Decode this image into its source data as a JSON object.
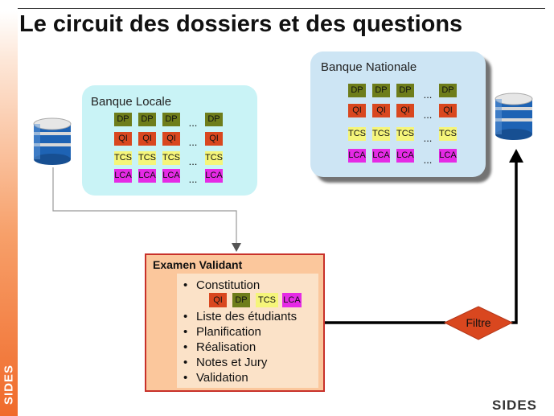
{
  "title": "Le circuit des dossiers et des questions",
  "sidebar_label": "SIDES",
  "logo": "SIDES",
  "colors": {
    "DP": "#6e7d1b",
    "QI": "#d9471f",
    "TCS": "#f5f57a",
    "LCA": "#e52ae5",
    "exam_border": "#c8312a",
    "filter_fill": "#d9471f"
  },
  "icons": [
    "database-icon-local",
    "database-icon-national"
  ],
  "banque_locale": {
    "title": "Banque Locale",
    "rows": [
      "DP",
      "QI",
      "TCS",
      "LCA"
    ],
    "ellipsis": "..."
  },
  "banque_nationale": {
    "title": "Banque Nationale",
    "rows": [
      "DP",
      "QI",
      "TCS",
      "LCA"
    ],
    "ellipsis": "..."
  },
  "examen": {
    "title": "Examen Validant",
    "items": [
      "Constitution",
      "Liste des étudiants",
      "Planification",
      "Réalisation",
      "Notes et Jury",
      "Validation"
    ],
    "constitution_chips": [
      "QI",
      "DP",
      "TCS",
      "LCA"
    ]
  },
  "filtre": "Filtre"
}
